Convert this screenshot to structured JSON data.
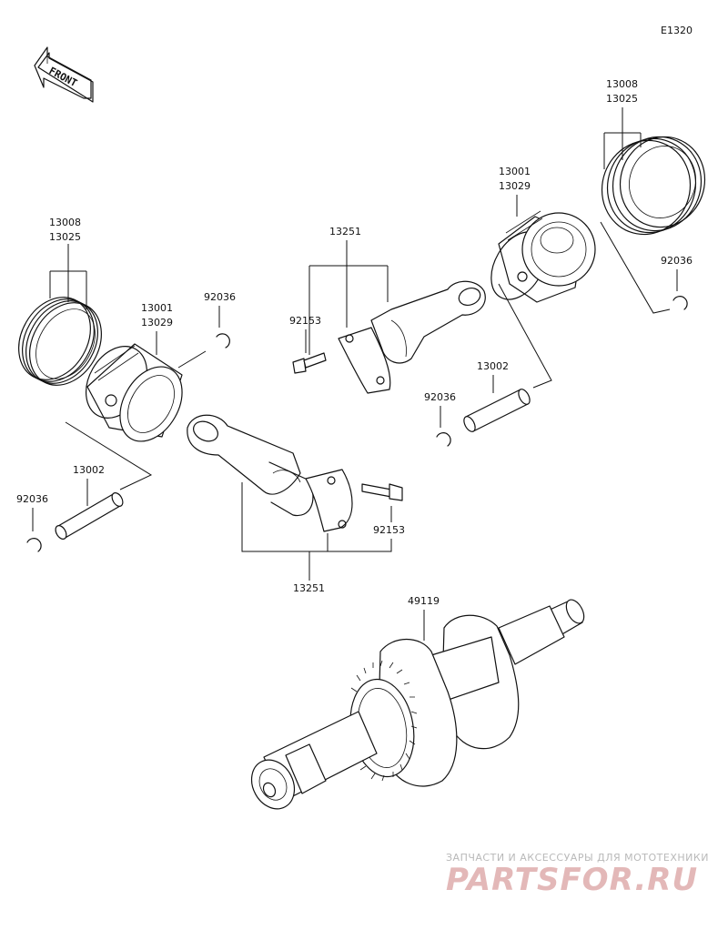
{
  "diagram_code": "E1320",
  "front_label": "FRONT",
  "labels": {
    "left_rings_a": "13008",
    "left_rings_b": "13025",
    "left_piston_a": "13001",
    "left_piston_b": "13029",
    "left_clip_upper": "92036",
    "left_pin": "13002",
    "left_clip_lower": "92036",
    "left_bolt": "92153",
    "left_rod": "13251",
    "right_rod": "13251",
    "right_bolt": "92153",
    "right_piston_a": "13001",
    "right_piston_b": "13029",
    "right_rings_a": "13008",
    "right_rings_b": "13025",
    "right_clip_upper": "92036",
    "right_pin": "13002",
    "right_clip_lower": "92036",
    "crankshaft": "49119"
  },
  "watermark": {
    "tagline": "ЗАПЧАСТИ И АКСЕССУАРЫ ДЛЯ МОТОТЕХНИКИ",
    "logo": "PARTSFOR.RU"
  }
}
